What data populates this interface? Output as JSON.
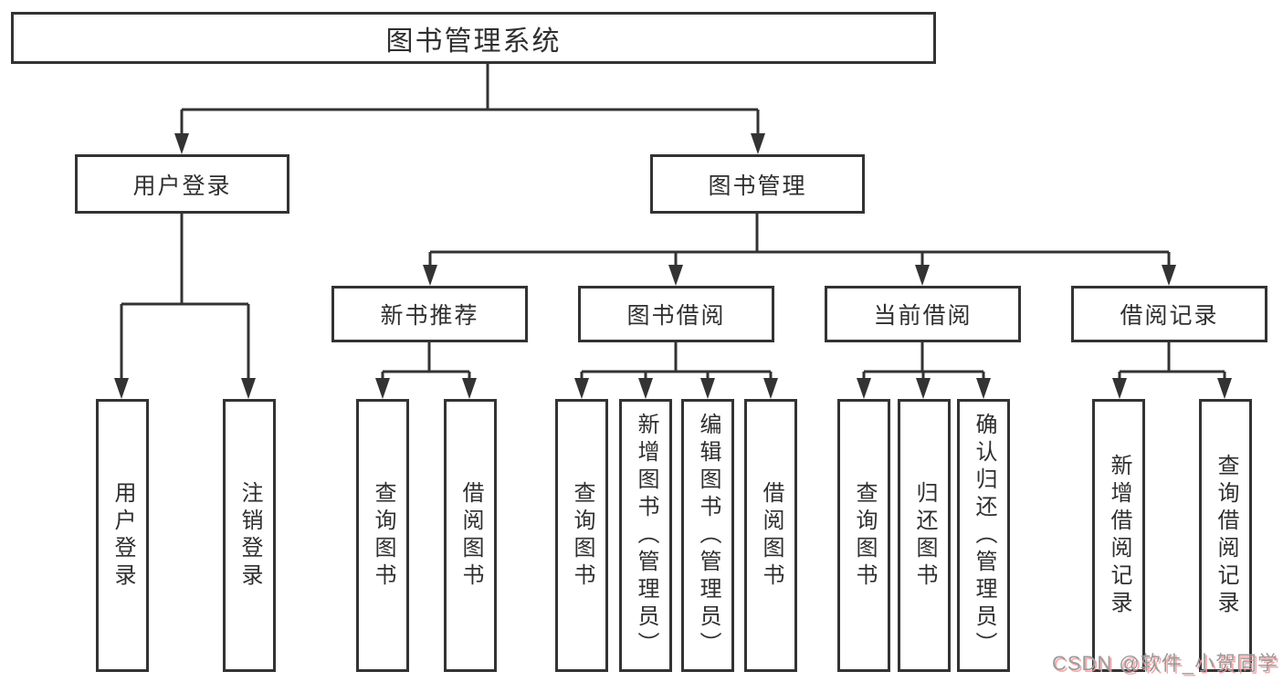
{
  "diagram": {
    "title": "图书管理系统",
    "branches": [
      {
        "label": "用户登录",
        "children": [
          {
            "label": "用户登录"
          },
          {
            "label": "注销登录"
          }
        ]
      },
      {
        "label": "图书管理",
        "children": [
          {
            "label": "新书推荐",
            "children": [
              {
                "label": "查询图书"
              },
              {
                "label": "借阅图书"
              }
            ]
          },
          {
            "label": "图书借阅",
            "children": [
              {
                "label": "查询图书"
              },
              {
                "label": "新增图书（管理员）"
              },
              {
                "label": "编辑图书（管理员）"
              },
              {
                "label": "借阅图书"
              }
            ]
          },
          {
            "label": "当前借阅",
            "children": [
              {
                "label": "查询图书"
              },
              {
                "label": "归还图书"
              },
              {
                "label": "确认归还（管理员）"
              }
            ]
          },
          {
            "label": "借阅记录",
            "children": [
              {
                "label": "新增借阅记录"
              },
              {
                "label": "查询借阅记录"
              }
            ]
          }
        ]
      }
    ]
  },
  "colors": {
    "line": "#333333",
    "text": "#2f2f2f",
    "watermark": "#9b9b9b",
    "watermark_shadow": "#f39ea0"
  },
  "watermark": "CSDN @软件_小贺同学"
}
